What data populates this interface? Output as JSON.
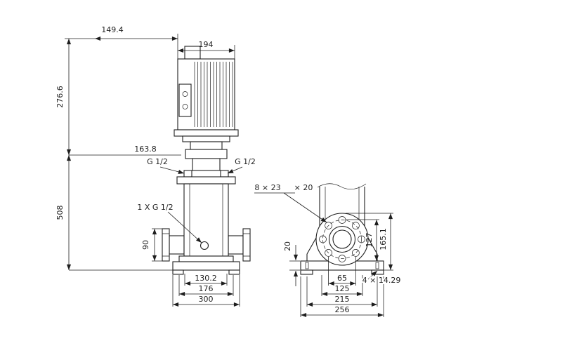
{
  "front_view": {
    "dim_motor_depth": "149.4",
    "dim_motor_width": "194",
    "dim_upper_height": "276.6",
    "dim_head_height": "163.8",
    "dim_total_height": "508",
    "label_port_left": "G 1/2",
    "label_port_right": "G 1/2",
    "label_drain_port": "1 X G 1/2",
    "dim_flange_height": "90",
    "dim_port_span": "130.2",
    "dim_base_top": "176",
    "dim_base_width": "300"
  },
  "base_view": {
    "label_flange_holes": "8 × 23",
    "label_flange_holes_depth": "× 20",
    "dim_plate_thickness": "20",
    "dim_flange_height": "127",
    "dim_body_height": "165.1",
    "dim_bolt_span": "65",
    "dim_flange_span": "125",
    "dim_foot_hole_span": "215",
    "dim_base_width": "256",
    "label_base_holes": "4 × 14.29"
  }
}
